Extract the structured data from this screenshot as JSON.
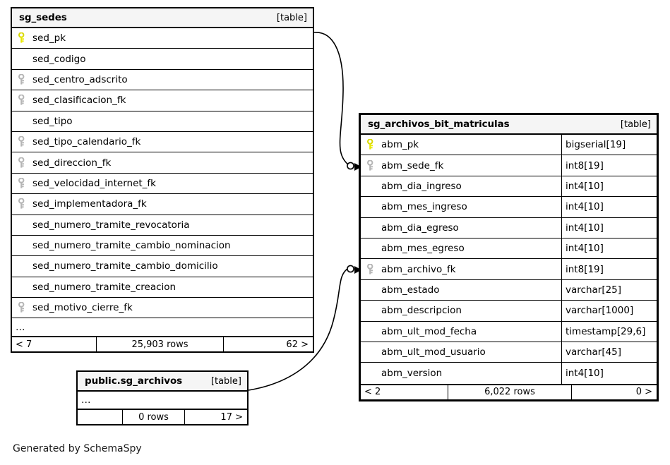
{
  "diagram": {
    "generator_note": "Generated by SchemaSpy",
    "table_tag": "[table]",
    "ellipsis": "…",
    "key_colors": {
      "primary": "#e8e800",
      "foreign": "#b5b5b5"
    }
  },
  "tables": [
    {
      "id": "sg_sedes",
      "name": "sg_sedes",
      "tag": "[table]",
      "columns": [
        {
          "name": "sed_pk",
          "key": "pk",
          "type": ""
        },
        {
          "name": "sed_codigo",
          "key": "none",
          "type": ""
        },
        {
          "name": "sed_centro_adscrito",
          "key": "fk",
          "type": ""
        },
        {
          "name": "sed_clasificacion_fk",
          "key": "fk",
          "type": ""
        },
        {
          "name": "sed_tipo",
          "key": "none",
          "type": ""
        },
        {
          "name": "sed_tipo_calendario_fk",
          "key": "fk",
          "type": ""
        },
        {
          "name": "sed_direccion_fk",
          "key": "fk",
          "type": ""
        },
        {
          "name": "sed_velocidad_internet_fk",
          "key": "fk",
          "type": ""
        },
        {
          "name": "sed_implementadora_fk",
          "key": "fk",
          "type": ""
        },
        {
          "name": "sed_numero_tramite_revocatoria",
          "key": "none",
          "type": ""
        },
        {
          "name": "sed_numero_tramite_cambio_nominacion",
          "key": "none",
          "type": ""
        },
        {
          "name": "sed_numero_tramite_cambio_domicilio",
          "key": "none",
          "type": ""
        },
        {
          "name": "sed_numero_tramite_creacion",
          "key": "none",
          "type": ""
        },
        {
          "name": "sed_motivo_cierre_fk",
          "key": "fk",
          "type": ""
        },
        {
          "name": "…",
          "key": "ellipsis",
          "type": ""
        }
      ],
      "footer": {
        "left": "< 7",
        "middle": "25,903 rows",
        "right": "62 >"
      }
    },
    {
      "id": "sg_archivos_bit_matriculas",
      "name": "sg_archivos_bit_matriculas",
      "tag": "[table]",
      "columns": [
        {
          "name": "abm_pk",
          "key": "pk",
          "type": "bigserial[19]"
        },
        {
          "name": "abm_sede_fk",
          "key": "fk",
          "type": "int8[19]"
        },
        {
          "name": "abm_dia_ingreso",
          "key": "none",
          "type": "int4[10]"
        },
        {
          "name": "abm_mes_ingreso",
          "key": "none",
          "type": "int4[10]"
        },
        {
          "name": "abm_dia_egreso",
          "key": "none",
          "type": "int4[10]"
        },
        {
          "name": "abm_mes_egreso",
          "key": "none",
          "type": "int4[10]"
        },
        {
          "name": "abm_archivo_fk",
          "key": "fk",
          "type": "int8[19]"
        },
        {
          "name": "abm_estado",
          "key": "none",
          "type": "varchar[25]"
        },
        {
          "name": "abm_descripcion",
          "key": "none",
          "type": "varchar[1000]"
        },
        {
          "name": "abm_ult_mod_fecha",
          "key": "none",
          "type": "timestamp[29,6]"
        },
        {
          "name": "abm_ult_mod_usuario",
          "key": "none",
          "type": "varchar[45]"
        },
        {
          "name": "abm_version",
          "key": "none",
          "type": "int4[10]"
        }
      ],
      "footer": {
        "left": "< 2",
        "middle": "6,022 rows",
        "right": "0 >"
      }
    },
    {
      "id": "public_sg_archivos",
      "name": "public.sg_archivos",
      "tag": "[table]",
      "columns": [
        {
          "name": "…",
          "key": "ellipsis",
          "type": ""
        }
      ],
      "footer": {
        "left": "",
        "middle": "0 rows",
        "right": "17 >"
      }
    }
  ],
  "relationships": [
    {
      "from": "sg_sedes.sed_pk",
      "to": "sg_archivos_bit_matriculas.abm_sede_fk"
    },
    {
      "from": "public.sg_archivos",
      "to": "sg_archivos_bit_matriculas.abm_archivo_fk"
    }
  ]
}
